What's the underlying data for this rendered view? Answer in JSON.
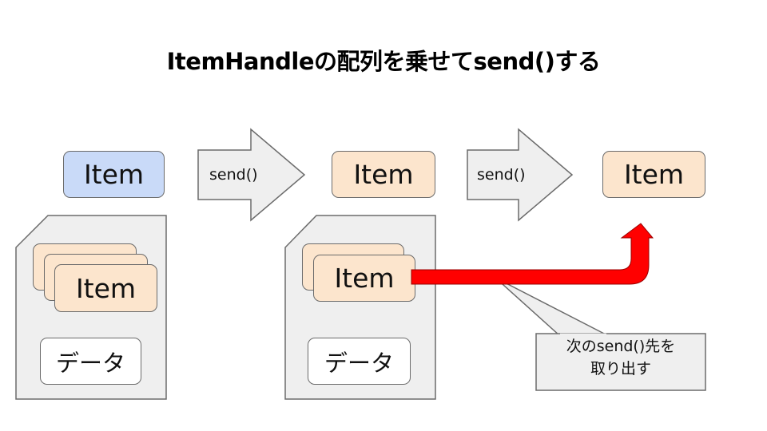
{
  "title": "ItemHandleの配列を乗せてsend()する",
  "steps": [
    {
      "item_label": "Item",
      "stacked_item_label": "Item",
      "data_label": "データ"
    },
    {
      "item_label": "Item",
      "held_item_label": "Item",
      "data_label": "データ"
    },
    {
      "item_label": "Item"
    }
  ],
  "arrows": [
    {
      "label": "send()"
    },
    {
      "label": "send()"
    }
  ],
  "callout": {
    "line1": "次のsend()先を",
    "line2": "取り出す"
  },
  "colors": {
    "item_fill": "#fce5cd",
    "item_highlight_fill": "#c9daf8",
    "card_fill": "#efefef",
    "arrow_fill": "#efefef",
    "red_arrow": "#ff0000",
    "border": "#6b6b6b"
  }
}
